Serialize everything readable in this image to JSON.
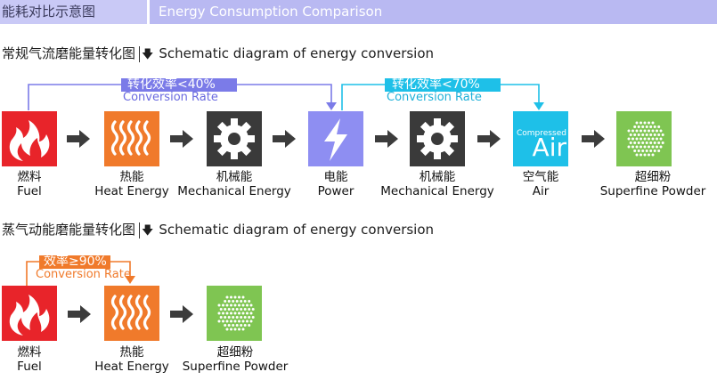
{
  "header": {
    "title_cn": "能耗对比示意图",
    "title_en": "Energy Consumption Comparison"
  },
  "section1": {
    "title_cn": "常规气流磨能量转化图",
    "title_en": "Schematic diagram of energy conversion",
    "rate1_cn": "转化效率<40%",
    "rate1_en": "Conversion Rate",
    "rate2_cn": "转化效率<70%",
    "rate2_en": "Conversion Rate",
    "nodes": [
      {
        "cn": "燃料",
        "en": "Fuel"
      },
      {
        "cn": "热能",
        "en": "Heat Energy"
      },
      {
        "cn": "机械能",
        "en": "Mechanical Energy"
      },
      {
        "cn": "电能",
        "en": "Power"
      },
      {
        "cn": "机械能",
        "en": "Mechanical Energy"
      },
      {
        "cn": "空气能",
        "en": "Air",
        "icon_text_small": "Compressed",
        "icon_text_big": "Air"
      },
      {
        "cn": "超细粉",
        "en": "Superfine Powder"
      }
    ]
  },
  "section2": {
    "title_cn": "蒸气动能磨能量转化图",
    "title_en": "Schematic diagram of energy conversion",
    "rate_cn": "效率≥90%",
    "rate_en": "Conversion Rate",
    "nodes": [
      {
        "cn": "燃料",
        "en": "Fuel"
      },
      {
        "cn": "热能",
        "en": "Heat Energy"
      },
      {
        "cn": "超细粉",
        "en": "Superfine Powder"
      }
    ]
  },
  "colors": {
    "fuel": "#e8242a",
    "heat": "#f07a2b",
    "mechanical": "#3a3a3a",
    "power": "#8e8ef2",
    "air": "#1ec0e8",
    "powder": "#7fc552",
    "rate1_line": "#7b7be8",
    "rate2_line": "#1ec0e8",
    "rate3_line": "#f07a2b"
  },
  "icons": [
    "flame-icon",
    "heat-waves-icon",
    "gear-icon",
    "lightning-icon",
    "gear-icon",
    "compressed-air-icon",
    "powder-dots-icon"
  ]
}
